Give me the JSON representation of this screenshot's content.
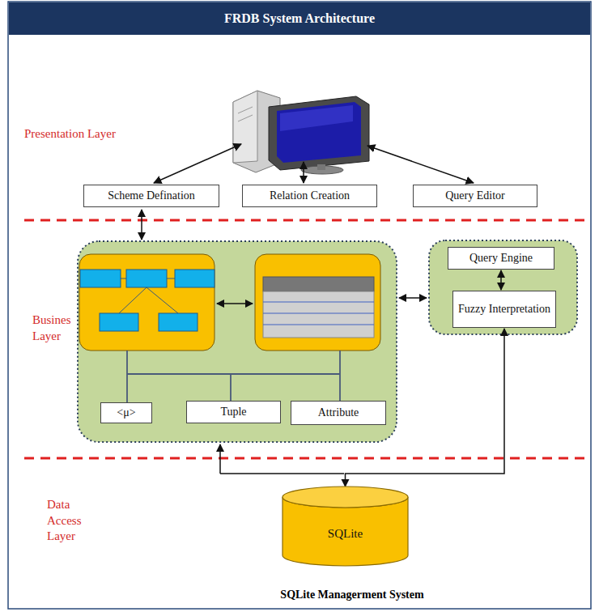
{
  "diagram": {
    "title": "FRDB System Architecture",
    "nodes": [
      {
        "text": [
          "Scheme Defination"
        ]
      },
      {
        "text": [
          "Relation Creation"
        ]
      },
      {
        "text": [
          "Query Editor"
        ]
      },
      {
        "text": [
          "Query Engine"
        ]
      },
      {
        "text": [
          "Fuzzy Interpretation"
        ]
      },
      {
        "text": [
          "<μ>"
        ]
      },
      {
        "text": [
          "Tuple"
        ]
      },
      {
        "text": [
          "Attribute"
        ]
      },
      {
        "text": [
          "SQLite"
        ]
      }
    ],
    "edges": [
      {
        "from": 3,
        "to": 4,
        "arrow": "both"
      },
      {
        "from": 8,
        "to": 4,
        "arrow": "both"
      }
    ],
    "labels": [
      "Presentation Layer",
      "Busines Layer",
      "Data Access Layer",
      "SQLite Managerment System"
    ]
  }
}
